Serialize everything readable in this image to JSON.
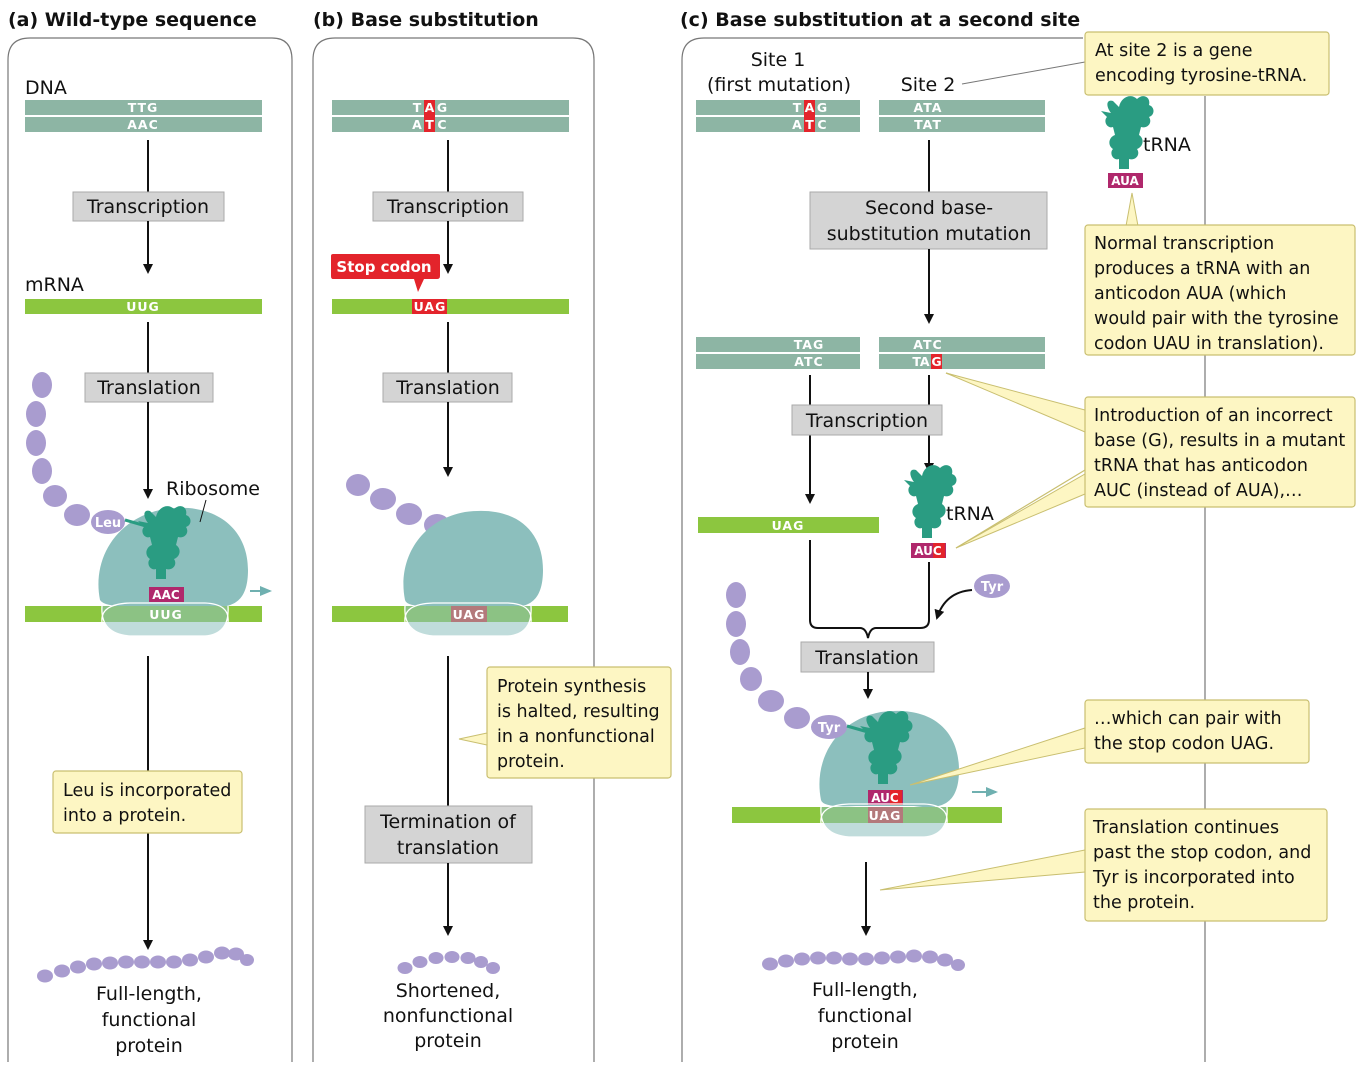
{
  "headings": {
    "a": "(a)  Wild-type sequence",
    "b": "(b)  Base substitution",
    "c": "(c)  Base substitution at a second site"
  },
  "panel_a": {
    "dna_label": "DNA",
    "dna_top": "TTG",
    "dna_bottom": "AAC",
    "transcription": "Transcription",
    "mrna_label": "mRNA",
    "mrna_seq": "UUG",
    "translation": "Translation",
    "ribosome_label": "Ribosome",
    "amino_acid": "Leu",
    "anticodon": "AAC",
    "codon": "UUG",
    "note": [
      "Leu is incorporated",
      "into a protein."
    ],
    "result": [
      "Full-length,",
      "functional",
      "protein"
    ]
  },
  "panel_b": {
    "dna_top_left": "T",
    "dna_top_mut": "A",
    "dna_top_right": "G",
    "dna_bottom_left": "A",
    "dna_bottom_mut": "T",
    "dna_bottom_right": "C",
    "transcription": "Transcription",
    "stop_codon_label": "Stop codon",
    "mrna_seq": "UAG",
    "translation": "Translation",
    "codon": "UAG",
    "termination": [
      "Termination of",
      "translation"
    ],
    "note": [
      "Protein synthesis",
      "is halted, resulting",
      "in a nonfunctional",
      "protein."
    ],
    "result": [
      "Shortened,",
      "nonfunctional",
      "protein"
    ]
  },
  "panel_c": {
    "site1_label": [
      "Site 1",
      "(first mutation)"
    ],
    "site2_label": "Site 2",
    "site1_top_left": "T",
    "site1_top_mut": "A",
    "site1_top_right": "G",
    "site1_bottom_left": "A",
    "site1_bottom_mut": "T",
    "site1_bottom_right": "C",
    "site2_top": "ATA",
    "site2_bottom": "TAT",
    "second_mutation": [
      "Second base-",
      "substitution mutation"
    ],
    "site1_after_top": "TAG",
    "site1_after_bottom": "ATC",
    "site2_after_top": "ATC",
    "site2_after_bottom_left": "TA",
    "site2_after_bottom_mut": "G",
    "transcription": "Transcription",
    "mrna_seq": "UAG",
    "trna_label": "tRNA",
    "normal_anticodon": "AUA",
    "mutant_anticodon": "AUC",
    "amino_acid": "Tyr",
    "translation": "Translation",
    "ribo_anticodon": "AUC",
    "ribo_codon": "UAG",
    "note_site2": [
      "At site 2 is a gene",
      "encoding tyrosine-tRNA."
    ],
    "note_normal": [
      "Normal transcription",
      "produces a tRNA with an",
      "anticodon AUA (which",
      "would pair with the tyrosine",
      "codon UAU in translation)."
    ],
    "note_incorrect": [
      "Introduction of an incorrect",
      "base (G), results in a mutant",
      "tRNA that has anticodon",
      "AUC (instead of AUA),…"
    ],
    "note_pair": [
      "…which can pair with",
      "the stop codon UAG."
    ],
    "note_continue": [
      "Translation continues",
      "past the stop codon, and",
      "Tyr is incorporated into",
      "the protein."
    ],
    "result": [
      "Full-length,",
      "functional",
      "protein"
    ]
  },
  "colors": {
    "dna": "#8db5a4",
    "mrna": "#8cc63f",
    "mutation": "#e3242b",
    "ribosome": "#8cbfbd",
    "trna": "#2a9c82",
    "anticodon": "#b0286c",
    "amino_acid": "#a99ccf",
    "note_fill": "#fdf6c3",
    "note_stroke": "#c9bf70",
    "process_box": "#d4d4d4"
  }
}
